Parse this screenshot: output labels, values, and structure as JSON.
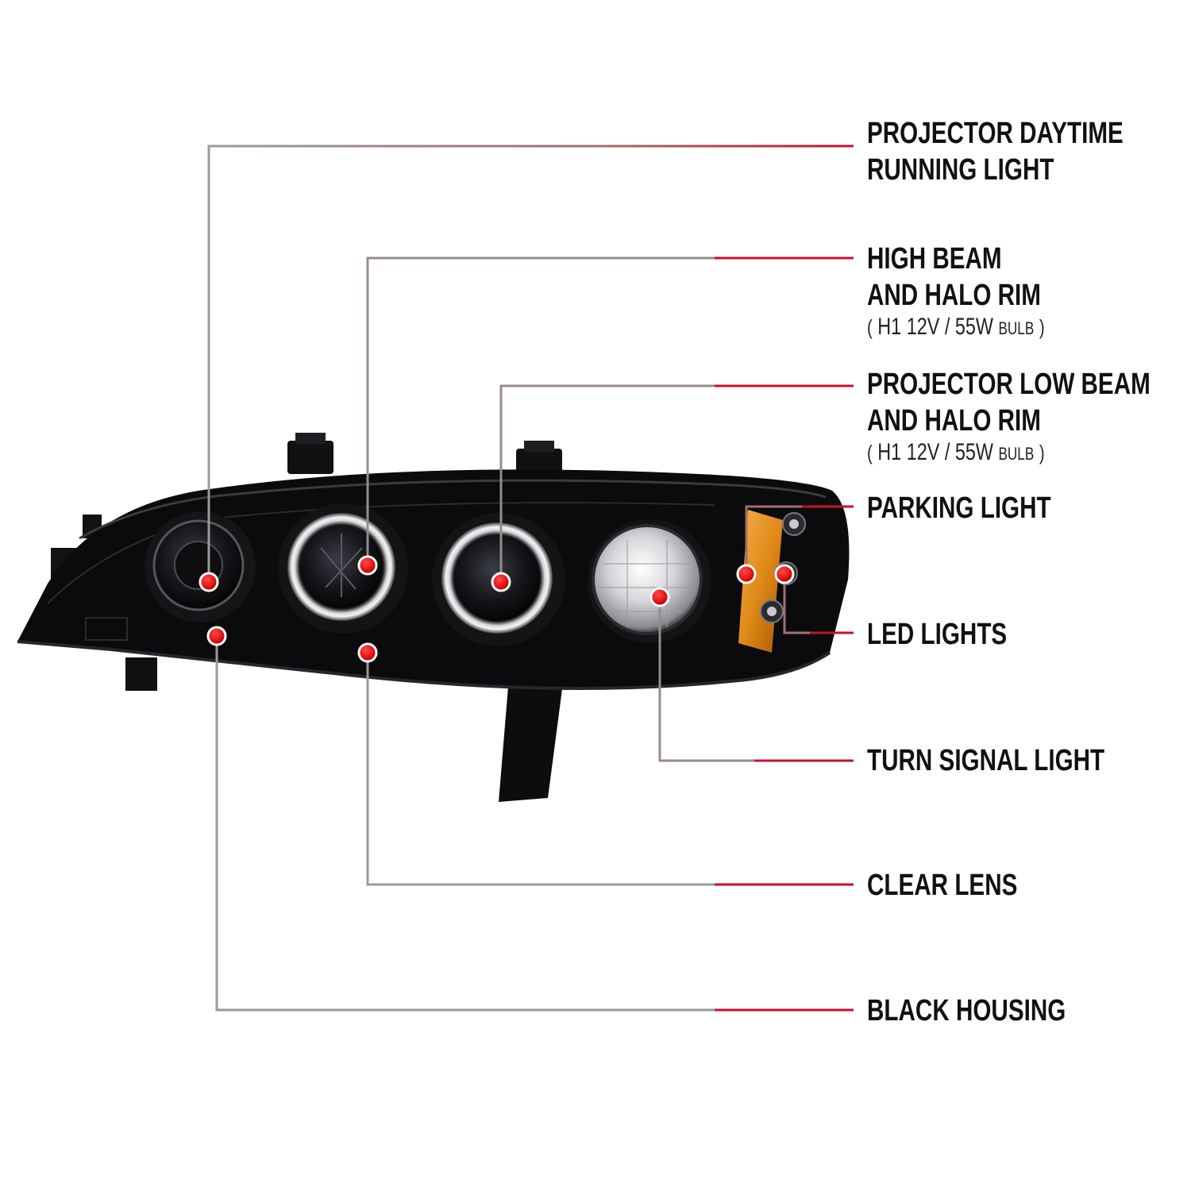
{
  "colors": {
    "accent": "#c8102e",
    "marker": "#e01010",
    "housing": "#0b0b0d",
    "amber": "#e08a18"
  },
  "callouts": [
    {
      "id": "drl",
      "lines": [
        "PROJECTOR DAYTIME",
        "RUNNING LIGHT"
      ]
    },
    {
      "id": "high",
      "lines": [
        "HIGH BEAM",
        "AND HALO RIM"
      ],
      "spec": {
        "open": "(",
        "bulb": "H1",
        "rating": "12V / 55W",
        "word": "BULB",
        "close": ")"
      }
    },
    {
      "id": "low",
      "lines": [
        "PROJECTOR LOW BEAM",
        "AND HALO RIM"
      ],
      "spec": {
        "open": "(",
        "bulb": "H1",
        "rating": "12V / 55W",
        "word": "BULB",
        "close": ")"
      }
    },
    {
      "id": "parking",
      "lines": [
        "PARKING LIGHT"
      ]
    },
    {
      "id": "led",
      "lines": [
        "LED LIGHTS"
      ]
    },
    {
      "id": "turn",
      "lines": [
        "TURN SIGNAL LIGHT"
      ]
    },
    {
      "id": "lens",
      "lines": [
        "CLEAR LENS"
      ]
    },
    {
      "id": "housing",
      "lines": [
        "BLACK HOUSING"
      ]
    }
  ]
}
